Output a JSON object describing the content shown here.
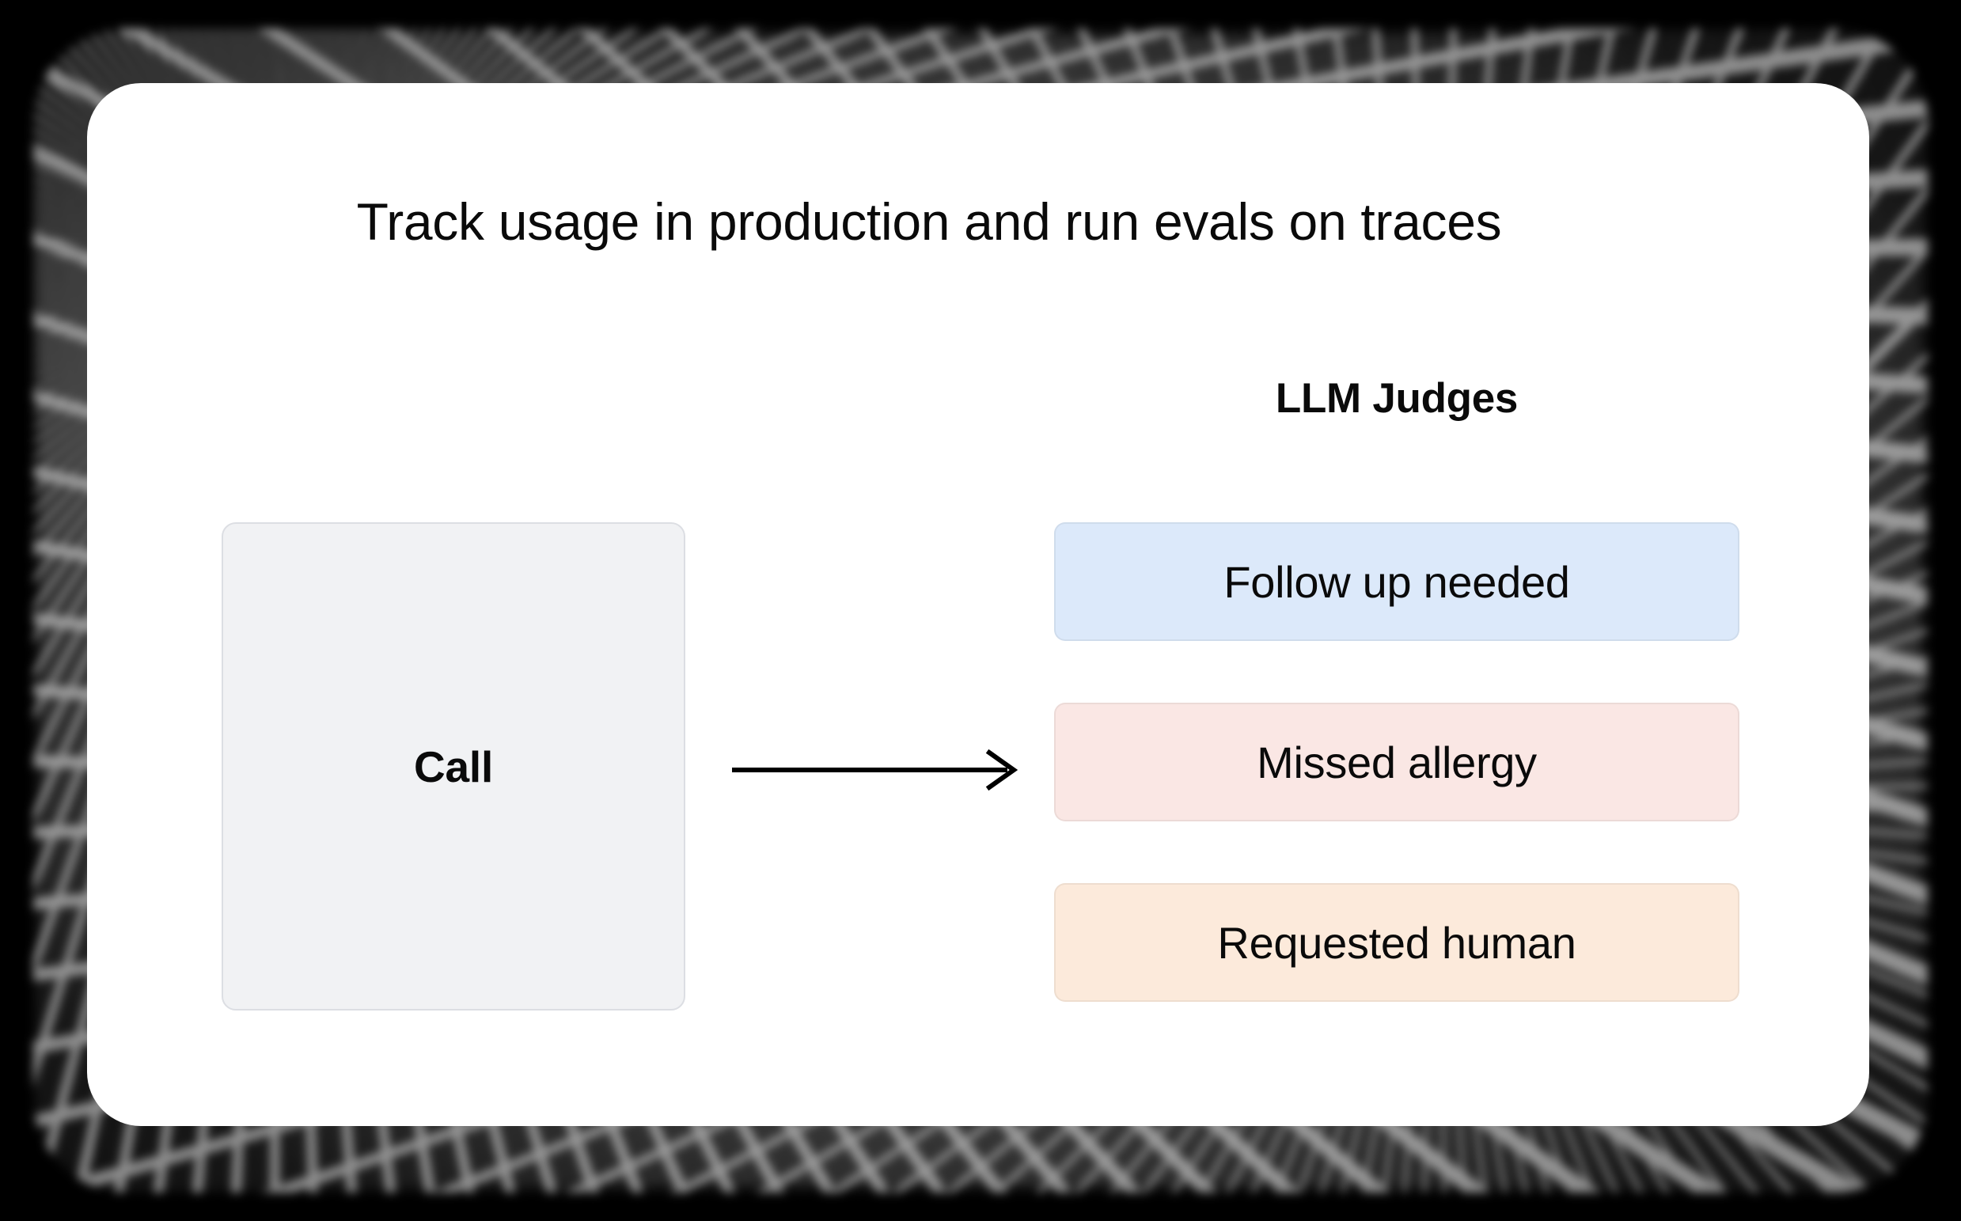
{
  "canvas": {
    "background_color": "#000000",
    "card_background_color": "#ffffff"
  },
  "diagram": {
    "title": "Track usage in production and run evals on traces",
    "source_node": {
      "label": "Call",
      "background_color": "#f1f2f4",
      "border_color": "#dcdee3"
    },
    "connector": {
      "type": "arrow",
      "direction": "right",
      "color": "#000000"
    },
    "judges_section": {
      "heading": "LLM Judges",
      "items": [
        {
          "label": "Follow up needed",
          "background_color": "#dce9fa",
          "accent": "blue"
        },
        {
          "label": "Missed allergy",
          "background_color": "#fae7e4",
          "accent": "pink"
        },
        {
          "label": "Requested human",
          "background_color": "#fceadb",
          "accent": "peach"
        }
      ]
    }
  }
}
